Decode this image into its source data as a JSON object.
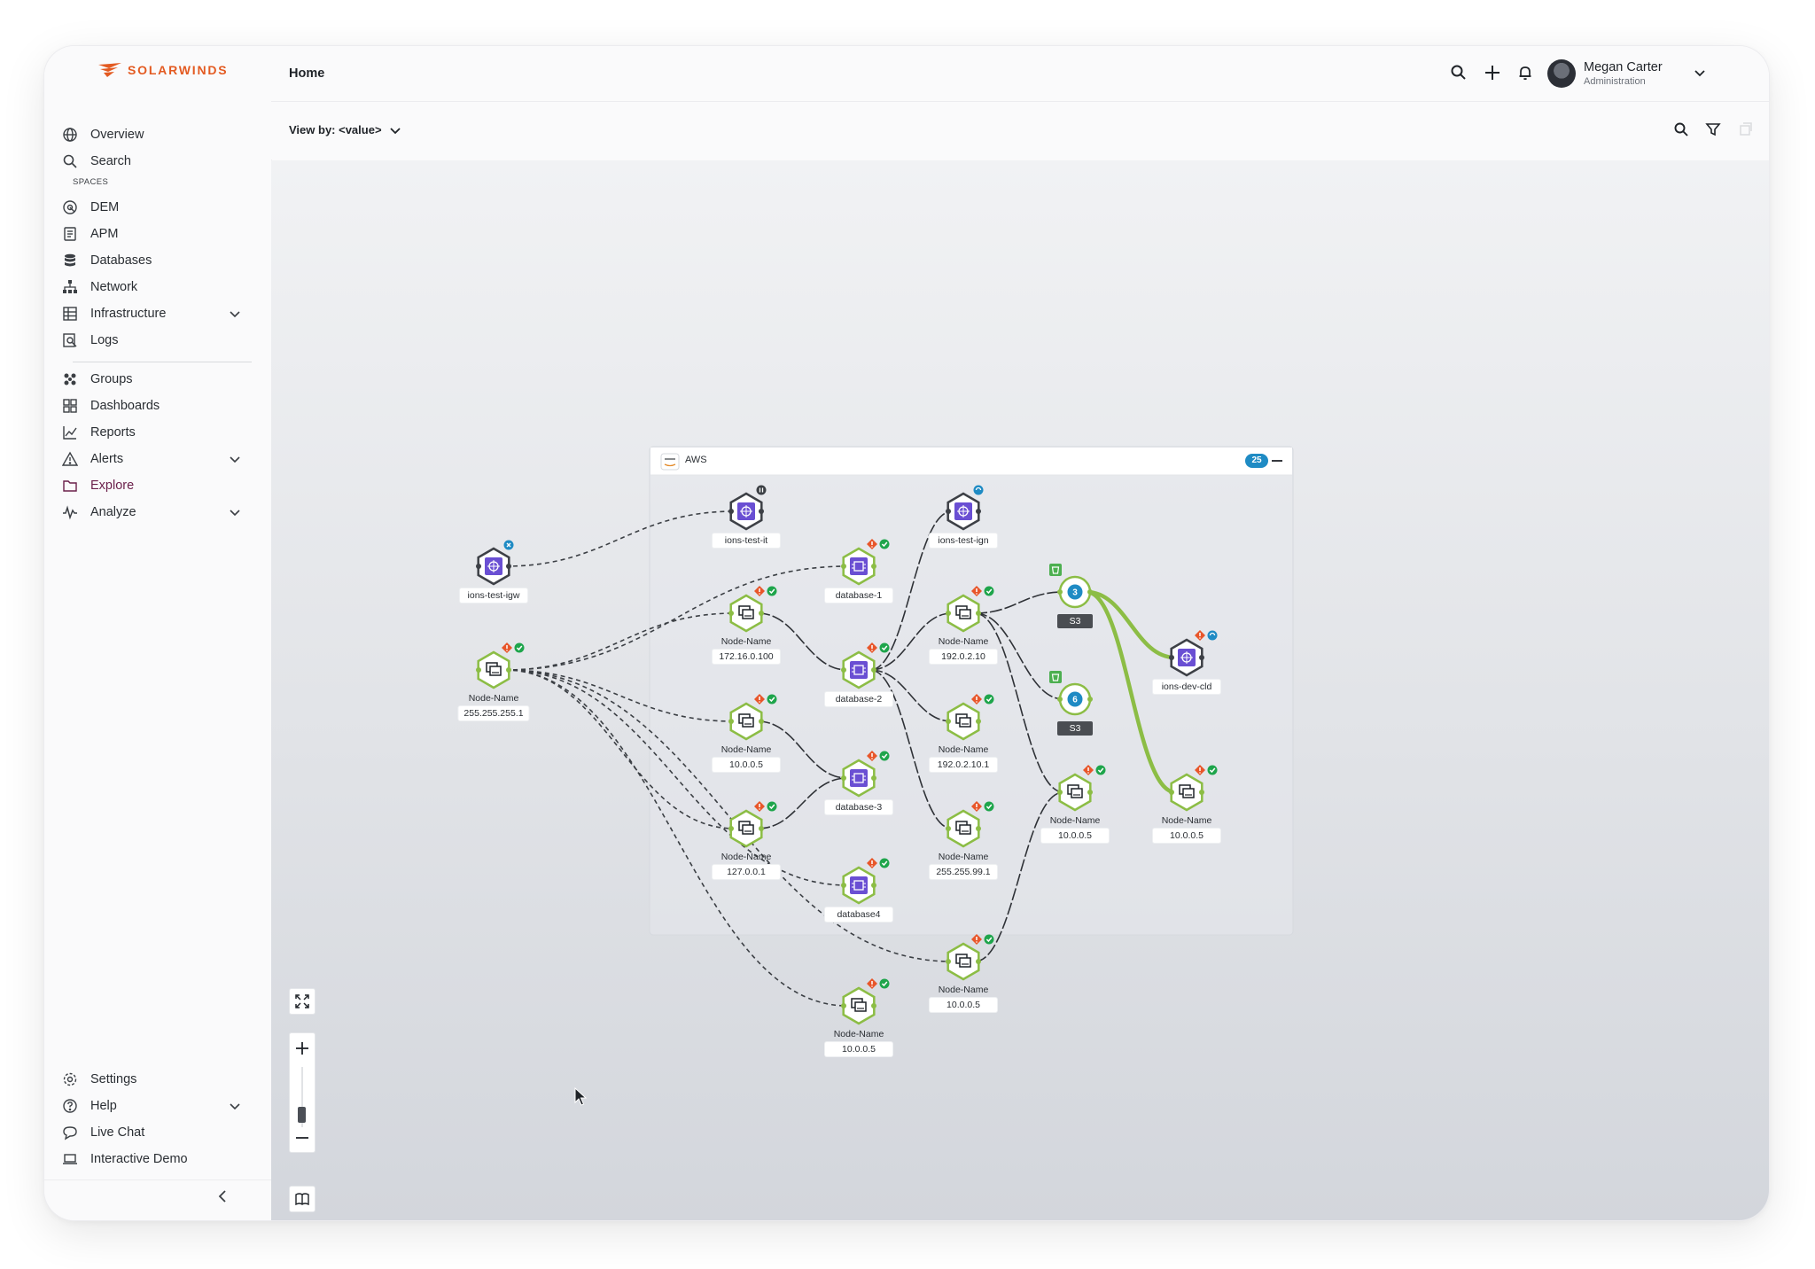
{
  "brand": {
    "name": "SOLARWINDS",
    "color": "#e35a21"
  },
  "header": {
    "page_title": "Home",
    "user": {
      "name": "Megan Carter",
      "role": "Administration"
    },
    "icons": [
      "search-icon",
      "add-icon",
      "bell-icon",
      "chevron-down-icon"
    ]
  },
  "toolbar": {
    "view_by_label": "View by: <value>"
  },
  "sidebar": {
    "top_items": [
      {
        "label": "Overview",
        "icon": "globe-icon"
      },
      {
        "label": "Search",
        "icon": "search-icon"
      }
    ],
    "spaces_label": "SPACES",
    "spaces": [
      {
        "label": "DEM",
        "icon": "dem-icon"
      },
      {
        "label": "APM",
        "icon": "apm-icon"
      },
      {
        "label": "Databases",
        "icon": "database-icon"
      },
      {
        "label": "Network",
        "icon": "network-icon"
      },
      {
        "label": "Infrastructure",
        "icon": "grid-icon",
        "expandable": true
      },
      {
        "label": "Logs",
        "icon": "logs-icon"
      }
    ],
    "tools": [
      {
        "label": "Groups",
        "icon": "groups-icon"
      },
      {
        "label": "Dashboards",
        "icon": "dashboard-icon"
      },
      {
        "label": "Reports",
        "icon": "reports-icon"
      },
      {
        "label": "Alerts",
        "icon": "alert-icon",
        "expandable": true
      },
      {
        "label": "Explore",
        "icon": "folder-icon",
        "active": true
      },
      {
        "label": "Analyze",
        "icon": "pulse-icon",
        "expandable": true
      }
    ],
    "bottom": [
      {
        "label": "Settings",
        "icon": "gear-icon"
      },
      {
        "label": "Help",
        "icon": "help-icon",
        "expandable": true
      },
      {
        "label": "Live Chat",
        "icon": "chat-icon"
      },
      {
        "label": "Interactive Demo",
        "icon": "laptop-icon"
      }
    ]
  },
  "map": {
    "group": {
      "title": "AWS",
      "count": "25"
    },
    "nodes": [
      {
        "id": "igw",
        "type": "gateway",
        "label": "ions-test-igw",
        "badges": [
          "close"
        ]
      },
      {
        "id": "src",
        "type": "server",
        "label": "Node-Name",
        "sublabel": "255.255.255.1",
        "badges": [
          "alert",
          "ok"
        ]
      },
      {
        "id": "it",
        "type": "gateway",
        "label": "ions-test-it",
        "badges": [
          "pause"
        ]
      },
      {
        "id": "n1",
        "type": "server",
        "label": "Node-Name",
        "sublabel": "172.16.0.100",
        "badges": [
          "alert",
          "ok"
        ]
      },
      {
        "id": "n2",
        "type": "server",
        "label": "Node-Name",
        "sublabel": "10.0.0.5",
        "badges": [
          "alert",
          "ok"
        ]
      },
      {
        "id": "n3",
        "type": "server",
        "label": "Node-Name",
        "sublabel": "127.0.0.1",
        "badges": [
          "alert",
          "ok"
        ]
      },
      {
        "id": "db1",
        "type": "database",
        "label": "database-1",
        "badges": [
          "alert",
          "ok"
        ]
      },
      {
        "id": "db2",
        "type": "database",
        "label": "database-2",
        "badges": [
          "alert",
          "ok"
        ]
      },
      {
        "id": "db3",
        "type": "database",
        "label": "database-3",
        "badges": [
          "alert",
          "ok"
        ]
      },
      {
        "id": "db4",
        "type": "database",
        "label": "database4",
        "badges": [
          "alert",
          "ok"
        ]
      },
      {
        "id": "n4",
        "type": "server",
        "label": "Node-Name",
        "sublabel": "10.0.0.5",
        "badges": [
          "alert",
          "ok"
        ]
      },
      {
        "id": "ign",
        "type": "gateway",
        "label": "ions-test-ign",
        "badges": [
          "sync"
        ]
      },
      {
        "id": "n5",
        "type": "server",
        "label": "Node-Name",
        "sublabel": "192.0.2.10",
        "badges": [
          "alert",
          "ok"
        ]
      },
      {
        "id": "n6",
        "type": "server",
        "label": "Node-Name",
        "sublabel": "192.0.2.10.1",
        "badges": [
          "alert",
          "ok"
        ]
      },
      {
        "id": "n7",
        "type": "server",
        "label": "Node-Name",
        "sublabel": "255.255.99.1",
        "badges": [
          "alert",
          "ok"
        ]
      },
      {
        "id": "n8",
        "type": "server",
        "label": "Node-Name",
        "sublabel": "10.0.0.5",
        "badges": [
          "alert",
          "ok"
        ]
      },
      {
        "id": "s3a",
        "type": "bucket",
        "label": "S3",
        "count": "3",
        "badges": [
          "bucket"
        ]
      },
      {
        "id": "s3b",
        "type": "bucket",
        "label": "S3",
        "count": "6",
        "badges": [
          "bucket"
        ]
      },
      {
        "id": "n9",
        "type": "server",
        "label": "Node-Name",
        "sublabel": "10.0.0.5",
        "badges": [
          "alert",
          "ok"
        ]
      },
      {
        "id": "cld",
        "type": "gateway",
        "label": "ions-dev-cld",
        "badges": [
          "alert",
          "sync"
        ]
      },
      {
        "id": "n10",
        "type": "server",
        "label": "Node-Name",
        "sublabel": "10.0.0.5",
        "badges": [
          "alert",
          "ok"
        ]
      }
    ],
    "colors": {
      "node_ring": "#8cbd45",
      "node_dark": "#3d4046",
      "gateway": "#6a4fd3",
      "bucket": "#1f8bc4",
      "alert": "#e8562a",
      "ok": "#1ea54b",
      "highlight_edge": "#8cbd45"
    }
  }
}
